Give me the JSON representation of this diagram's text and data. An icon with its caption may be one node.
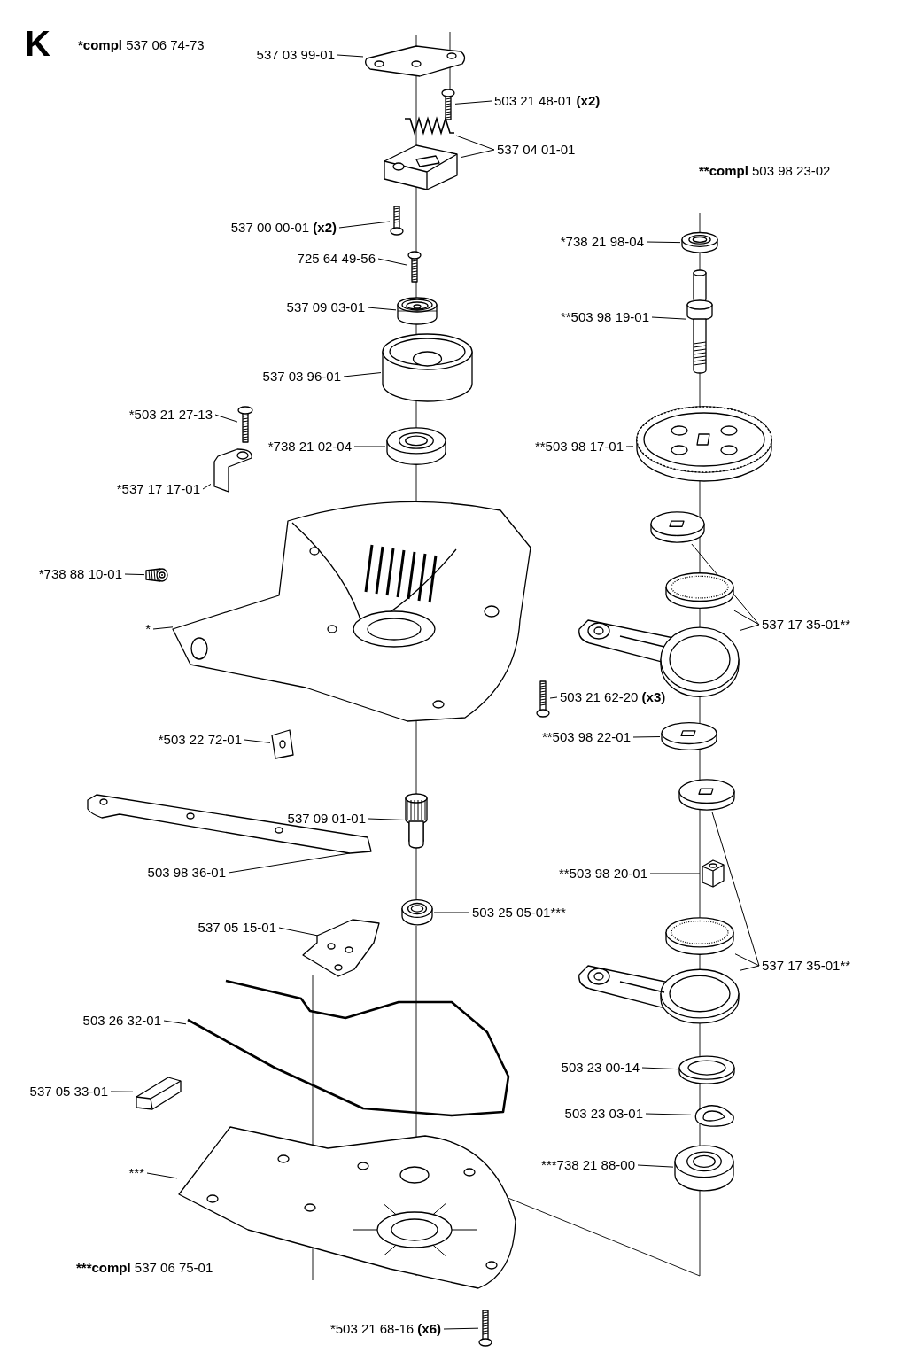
{
  "diagram": {
    "nodes": [
      {
        "text": [
          "537 03 99-01"
        ]
      },
      {
        "text": [],
        "shape": "picture"
      },
      {
        "text": [
          "503 21 48-01 (x2)"
        ]
      },
      {
        "text": [],
        "shape": "picture"
      },
      {
        "text": [
          "537 04 01-01"
        ]
      },
      {
        "text": [],
        "shape": "picture"
      },
      {
        "text": [],
        "shape": "picture"
      },
      {
        "text": [
          "537 00 00-01 (x2)"
        ]
      },
      {
        "text": [],
        "shape": "picture"
      },
      {
        "text": [
          "725 64 49-56"
        ]
      },
      {
        "text": [],
        "shape": "picture"
      },
      {
        "text": [
          "537 09 03-01"
        ]
      },
      {
        "text": [],
        "shape": "picture"
      },
      {
        "text": [
          "537 03 96-01"
        ]
      },
      {
        "text": [],
        "shape": "picture"
      },
      {
        "text": [
          "*503 21 27-13"
        ]
      },
      {
        "text": [],
        "shape": "picture"
      },
      {
        "text": [
          "*738 21 02-04"
        ]
      },
      {
        "text": [],
        "shape": "picture"
      },
      {
        "text": [
          "*537 17 17-01"
        ]
      },
      {
        "text": [],
        "shape": "picture"
      },
      {
        "text": [
          "*738 88 10-01"
        ]
      },
      {
        "text": [],
        "shape": "picture"
      },
      {
        "text": [
          "*"
        ]
      },
      {
        "text": [],
        "shape": "picture"
      },
      {
        "text": [
          "*503 22 72-01"
        ]
      },
      {
        "text": [],
        "shape": "picture"
      },
      {
        "text": [
          "537 09 01-01"
        ]
      },
      {
        "text": [],
        "shape": "picture"
      },
      {
        "text": [
          "503 98 36-01"
        ]
      },
      {
        "text": [],
        "shape": "picture"
      },
      {
        "text": [
          "503 25 05-01***"
        ]
      },
      {
        "text": [],
        "shape": "picture"
      },
      {
        "text": [
          "537 05 15-01"
        ]
      },
      {
        "text": [],
        "shape": "picture"
      },
      {
        "text": [
          "503 26 32-01"
        ]
      },
      {
        "text": [],
        "shape": "picture"
      },
      {
        "text": [
          "537 05 33-01"
        ]
      },
      {
        "text": [],
        "shape": "picture"
      },
      {
        "text": [
          "***"
        ]
      },
      {
        "text": [],
        "shape": "picture"
      },
      {
        "text": [
          "*503 21 68-16 (x6)"
        ]
      },
      {
        "text": [],
        "shape": "picture"
      },
      {
        "text": [
          "*738 21 98-04"
        ]
      },
      {
        "text": [],
        "shape": "picture"
      },
      {
        "text": [
          "**503 98 19-01"
        ]
      },
      {
        "text": [],
        "shape": "picture"
      },
      {
        "text": [
          "**503 98 17-01"
        ]
      },
      {
        "text": [],
        "shape": "picture"
      },
      {
        "text": [
          "537 17 35-01**"
        ]
      },
      {
        "text": [],
        "shape": "picture"
      },
      {
        "text": [],
        "shape": "picture"
      },
      {
        "text": [],
        "shape": "picture"
      },
      {
        "text": [
          "503 21 62-20 (x3)"
        ]
      },
      {
        "text": [],
        "shape": "picture"
      },
      {
        "text": [
          "**503 98 22-01"
        ]
      },
      {
        "text": [],
        "shape": "picture"
      },
      {
        "text": [
          "**503 98 20-01"
        ]
      },
      {
        "text": [],
        "shape": "picture"
      },
      {
        "text": [
          "537 17 35-01**"
        ]
      },
      {
        "text": [],
        "shape": "picture"
      },
      {
        "text": [],
        "shape": "picture"
      },
      {
        "text": [],
        "shape": "picture"
      },
      {
        "text": [
          "503 23 00-14"
        ]
      },
      {
        "text": [],
        "shape": "picture"
      },
      {
        "text": [
          "503 23 03-01"
        ]
      },
      {
        "text": [],
        "shape": "picture"
      },
      {
        "text": [
          "***738 21 88-00"
        ]
      },
      {
        "text": [],
        "shape": "picture"
      }
    ],
    "edges": [
      {
        "from": 0,
        "to": 1,
        "arrow": "none"
      },
      {
        "from": 2,
        "to": 3,
        "arrow": "none"
      },
      {
        "from": 4,
        "to": 5,
        "arrow": "none"
      },
      {
        "from": 4,
        "to": 6,
        "arrow": "none"
      },
      {
        "from": 7,
        "to": 8,
        "arrow": "none"
      },
      {
        "from": 9,
        "to": 10,
        "arrow": "none"
      },
      {
        "from": 11,
        "to": 12,
        "arrow": "none"
      },
      {
        "from": 13,
        "to": 14,
        "arrow": "none"
      },
      {
        "from": 15,
        "to": 16,
        "arrow": "none"
      },
      {
        "from": 17,
        "to": 18,
        "arrow": "none"
      },
      {
        "from": 19,
        "to": 20,
        "arrow": "none"
      },
      {
        "from": 21,
        "to": 22,
        "arrow": "none"
      },
      {
        "from": 23,
        "to": 24,
        "arrow": "none"
      },
      {
        "from": 25,
        "to": 26,
        "arrow": "none"
      },
      {
        "from": 27,
        "to": 28,
        "arrow": "none"
      },
      {
        "from": 29,
        "to": 30,
        "arrow": "none"
      },
      {
        "from": 31,
        "to": 32,
        "arrow": "none"
      },
      {
        "from": 33,
        "to": 34,
        "arrow": "none"
      },
      {
        "from": 35,
        "to": 36,
        "arrow": "none"
      },
      {
        "from": 37,
        "to": 38,
        "arrow": "none"
      },
      {
        "from": 39,
        "to": 40,
        "arrow": "none"
      },
      {
        "from": 41,
        "to": 42,
        "arrow": "none"
      },
      {
        "from": 43,
        "to": 44,
        "arrow": "none"
      },
      {
        "from": 45,
        "to": 46,
        "arrow": "none"
      },
      {
        "from": 47,
        "to": 48,
        "arrow": "none"
      },
      {
        "from": 49,
        "to": 50,
        "arrow": "none"
      },
      {
        "from": 49,
        "to": 51,
        "arrow": "none"
      },
      {
        "from": 49,
        "to": 52,
        "arrow": "none"
      },
      {
        "from": 53,
        "to": 54,
        "arrow": "none"
      },
      {
        "from": 55,
        "to": 56,
        "arrow": "none"
      },
      {
        "from": 57,
        "to": 58,
        "arrow": "none"
      },
      {
        "from": 59,
        "to": 60,
        "arrow": "none"
      },
      {
        "from": 59,
        "to": 61,
        "arrow": "none"
      },
      {
        "from": 59,
        "to": 62,
        "arrow": "none"
      },
      {
        "from": 63,
        "to": 64,
        "arrow": "none"
      },
      {
        "from": 65,
        "to": 66,
        "arrow": "none"
      },
      {
        "from": 67,
        "to": 68,
        "arrow": "none"
      }
    ],
    "labels": [
      "K",
      "*compl 537 06 74-73",
      "**compl 503 98 23-02",
      "***compl 537 06 75-01"
    ]
  }
}
